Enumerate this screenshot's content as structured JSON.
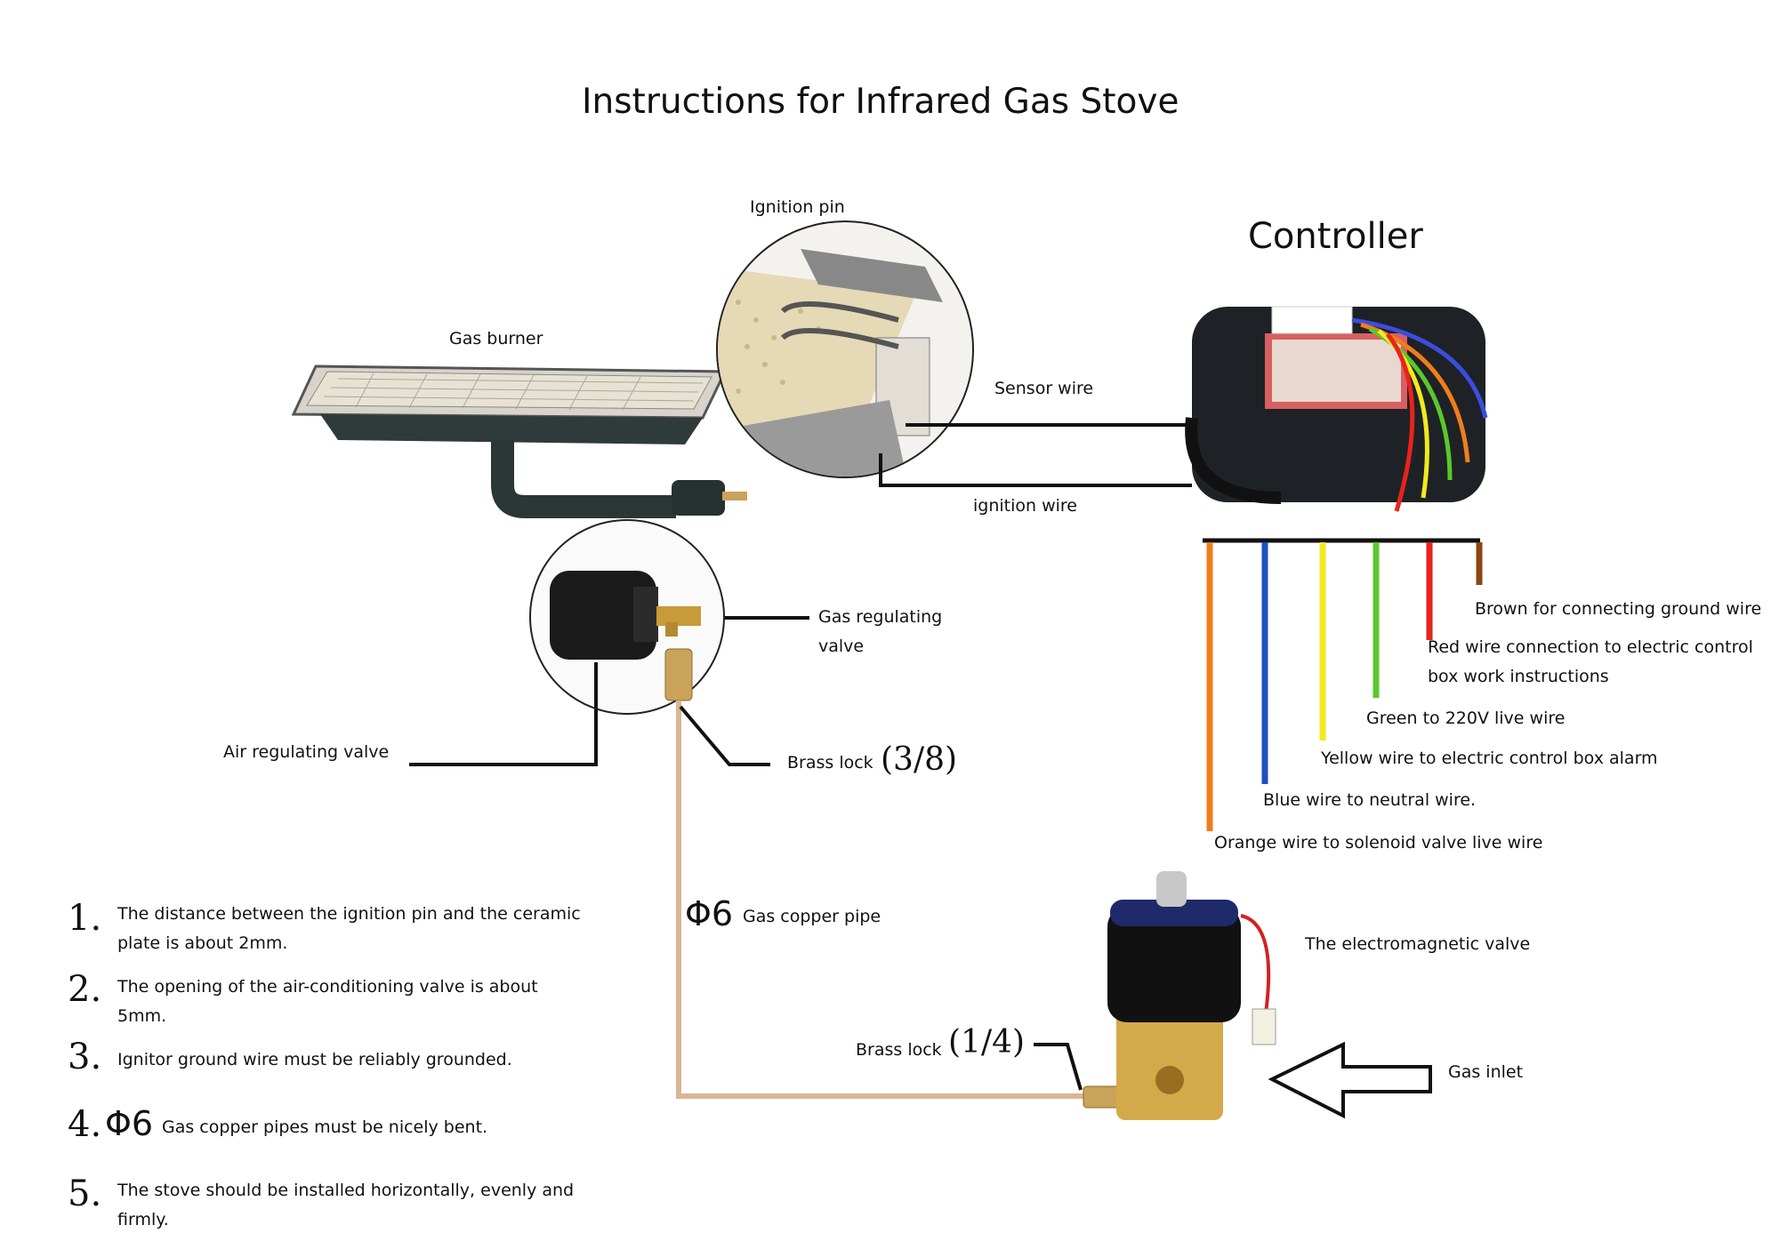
{
  "title": "Instructions for Infrared Gas Stove",
  "labels": {
    "ignition_pin": "Ignition pin",
    "gas_burner": "Gas burner",
    "sensor_wire": "Sensor wire",
    "ignition_wire": "ignition wire",
    "controller": "Controller",
    "gas_regulating_valve_1": "Gas regulating",
    "gas_regulating_valve_2": "valve",
    "air_regulating_valve": "Air regulating valve",
    "brass_lock_top": "Brass lock",
    "brass_lock_top_size": "(3/8)",
    "phi6": "Φ6",
    "gas_copper_pipe": "Gas copper pipe",
    "brass_lock_bottom": "Brass lock",
    "brass_lock_bottom_size": "(1/4)",
    "electromagnetic_valve": "The electromagnetic valve",
    "gas_inlet": "Gas inlet"
  },
  "wires": [
    {
      "label": "Brown for connecting ground wire",
      "color": "#8b4513"
    },
    {
      "label": "Red wire connection to electric control",
      "label2": "box work instructions",
      "color": "#e8231c"
    },
    {
      "label": "Green to 220V live wire",
      "color": "#5cc72c"
    },
    {
      "label": "Yellow wire to electric control box alarm",
      "color": "#f2ea1d"
    },
    {
      "label": "Blue wire to neutral wire.",
      "color": "#1f4fbf"
    },
    {
      "label": "Orange wire to solenoid valve live wire",
      "color": "#f07d1a"
    }
  ],
  "instructions": [
    {
      "num": "1.",
      "prefix": "",
      "text": "The distance between the ignition pin and the ceramic plate is about 2mm."
    },
    {
      "num": "2.",
      "prefix": "",
      "text": "The opening of the air-conditioning valve is about 5mm."
    },
    {
      "num": "3.",
      "prefix": "",
      "text": "Ignitor ground wire must be reliably grounded."
    },
    {
      "num": "4.",
      "prefix": "Φ6",
      "text": "Gas copper pipes must be nicely bent."
    },
    {
      "num": "5.",
      "prefix": "",
      "text": "The stove should be installed horizontally, evenly and firmly."
    }
  ]
}
